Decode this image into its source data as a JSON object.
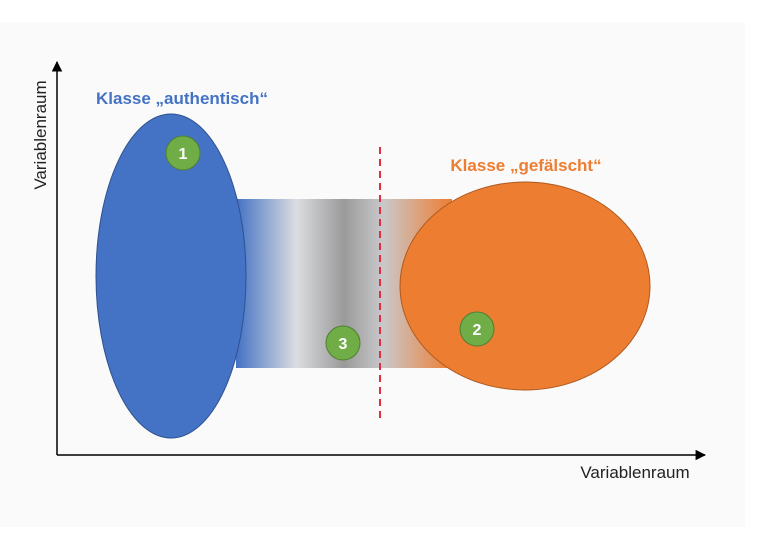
{
  "axes": {
    "y_label": "Variablenraum",
    "x_label": "Variablenraum"
  },
  "classes": [
    {
      "label": "Klasse „authentisch“",
      "color": "#4472c4"
    },
    {
      "label": "Klasse „gefälscht“",
      "color": "#ed7d31"
    }
  ],
  "markers": [
    {
      "label": "1"
    },
    {
      "label": "2"
    },
    {
      "label": "3"
    }
  ],
  "colors": {
    "marker": "#70ad47",
    "boundary": "#e0303a",
    "axis": "#000000"
  }
}
